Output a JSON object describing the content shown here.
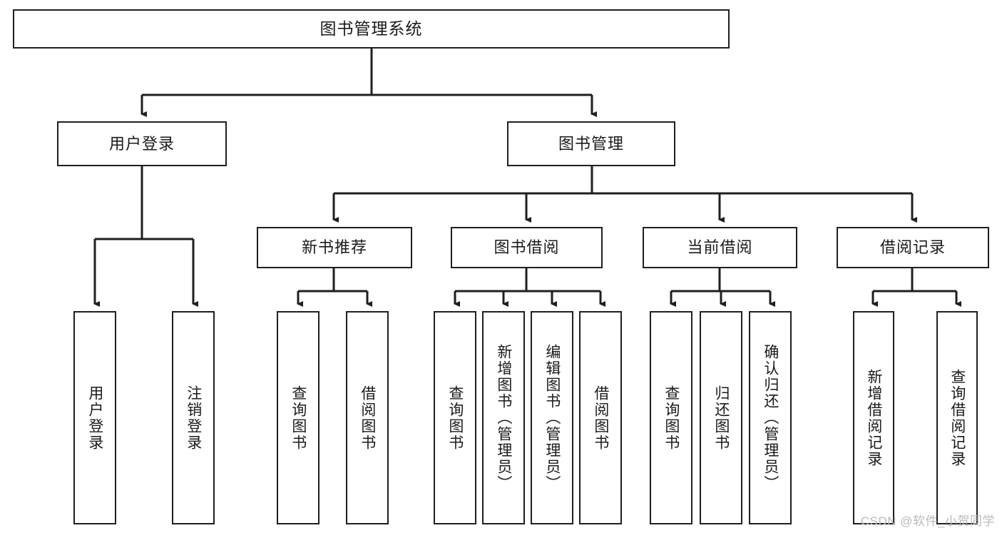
{
  "diagram": {
    "title_node": {
      "label": "图书管理系统"
    },
    "colors": {
      "border": "#1f1f1f",
      "background": "#ffffff",
      "text": "#1a1a1a",
      "watermark": "#b9b9b9"
    },
    "level1": [
      {
        "label": "用户登录"
      },
      {
        "label": "图书管理"
      }
    ],
    "level2": [
      {
        "label": "新书推荐"
      },
      {
        "label": "图书借阅"
      },
      {
        "label": "当前借阅"
      },
      {
        "label": "借阅记录"
      }
    ],
    "leaves": {
      "user_login": [
        {
          "label": "用户登录"
        },
        {
          "label": "注销登录"
        }
      ],
      "new_book_recommend": [
        {
          "label": "查询图书"
        },
        {
          "label": "借阅图书"
        }
      ],
      "book_borrow": [
        {
          "label": "查询图书"
        },
        {
          "label": "新增图书（管理员）"
        },
        {
          "label": "编辑图书（管理员）"
        },
        {
          "label": "借阅图书"
        }
      ],
      "current_borrow": [
        {
          "label": "查询图书"
        },
        {
          "label": "归还图书"
        },
        {
          "label": "确认归还（管理员）"
        }
      ],
      "borrow_record": [
        {
          "label": "新增借阅记录"
        },
        {
          "label": "查询借阅记录"
        }
      ]
    }
  },
  "watermark": {
    "text": "CSDN @软件_小贺同学"
  }
}
